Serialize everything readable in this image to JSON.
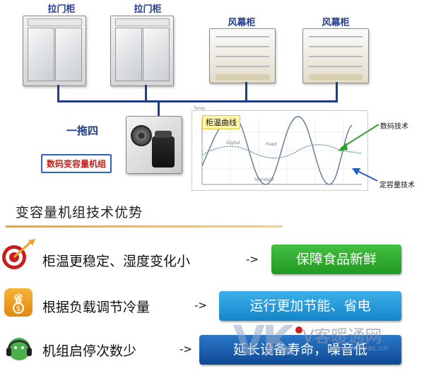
{
  "cabinets": [
    {
      "label": "拉门柜",
      "kind": "door"
    },
    {
      "label": "拉门柜",
      "kind": "door"
    },
    {
      "label": "风幕柜",
      "kind": "open"
    },
    {
      "label": "风幕柜",
      "kind": "open"
    }
  ],
  "unit": {
    "title": "一拖四",
    "name": "数码变容量机组"
  },
  "chart": {
    "title": "柜温曲线",
    "annotations": {
      "digital": "数码技术",
      "fixed": "定容量技术"
    },
    "axis_label": "Temp",
    "small_labels": [
      "Digital",
      "Fixed",
      "Standard"
    ]
  },
  "section": {
    "title": "变容量机组技术优势"
  },
  "benefits": [
    {
      "text": "柜温更稳定、湿度变化小",
      "arrow": "->",
      "pill": "保障食品新鲜",
      "pill_color": "#2fa82f",
      "icon": "target-icon"
    },
    {
      "text": "根据负载调节冷量",
      "arrow": "->",
      "pill": "运行更加节能、省电",
      "pill_color": "#1a95d6",
      "icon": "savings-icon"
    },
    {
      "text": "机组启停次数少",
      "arrow": "->",
      "pill": "延长设备寿命，噪音低",
      "pill_color": "#1d5fb3",
      "icon": "headphones-icon"
    }
  ],
  "watermark": {
    "logo": "VK",
    "name": "V客暖通网",
    "url": "www.vkhvac.cn"
  },
  "colors": {
    "primary": "#1f3b8a",
    "accent_orange": "#f0a030",
    "unit_border": "#2b63c9"
  }
}
